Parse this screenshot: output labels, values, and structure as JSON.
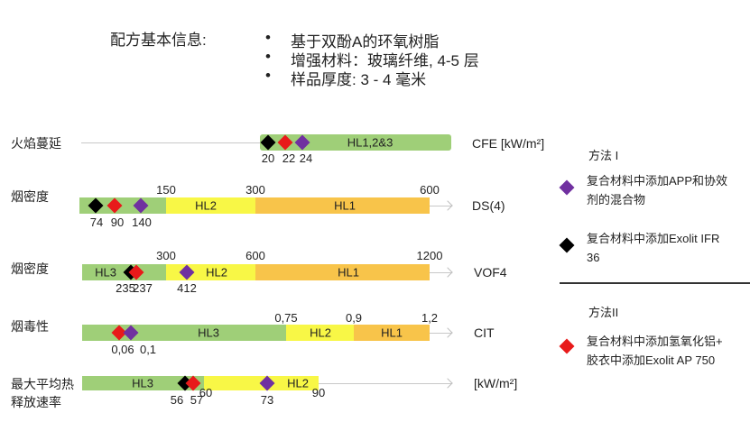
{
  "info": {
    "title": "配方基本信息:",
    "bullets": [
      "基于双酚A的环氧树脂",
      "增强材料：玻璃纤维, 4-5 层",
      "样品厚度: 3 - 4 毫米"
    ]
  },
  "rows": [
    {
      "label": "火焰蔓延",
      "unit": "CFE [kW/m²]",
      "levels": [
        "HL1,2&3"
      ],
      "ticks": [],
      "markers": [
        "20",
        "22",
        "24"
      ]
    },
    {
      "label": "烟密度",
      "unit": "DS(4)",
      "levels": [
        "HL2",
        "HL1"
      ],
      "ticks": [
        "150",
        "300",
        "600"
      ],
      "markers": [
        "74",
        "90",
        "140"
      ]
    },
    {
      "label": "烟密度",
      "unit": "VOF4",
      "levels": [
        "HL3",
        "HL2",
        "HL1"
      ],
      "ticks": [
        "300",
        "600",
        "1200"
      ],
      "markers": [
        "235",
        "237",
        "412"
      ]
    },
    {
      "label": "烟毒性",
      "unit": "CIT",
      "levels": [
        "HL3",
        "HL2",
        "HL1"
      ],
      "ticks": [
        "0,75",
        "0,9",
        "1,2"
      ],
      "markers": [
        "0,06",
        "0,1"
      ]
    },
    {
      "label_line1": "最大平均热",
      "label_line2": "释放速率",
      "unit": "[kW/m²]",
      "levels": [
        "HL3",
        "HL2"
      ],
      "ticks": [
        "60",
        "90"
      ],
      "markers": [
        "56",
        "57",
        "73"
      ]
    }
  ],
  "legend": {
    "method1": "方法 I",
    "item_app_1": "复合材料中添加APP和协效",
    "item_app_2": "剂的混合物",
    "item_ifr_1": "复合材料中添加Exolit IFR",
    "item_ifr_2": "36",
    "method2": "方法II",
    "item_ath_1": "复合材料中添加氢氧化铝+",
    "item_ath_2": "胶衣中添加Exolit AP 750"
  },
  "colors": {
    "black_marker": "#000000",
    "red_marker": "#e81a1a",
    "purple_marker": "#7030a0",
    "HL3": "#9fcf78",
    "HL2": "#f8f746",
    "HL1": "#f8c44a"
  }
}
